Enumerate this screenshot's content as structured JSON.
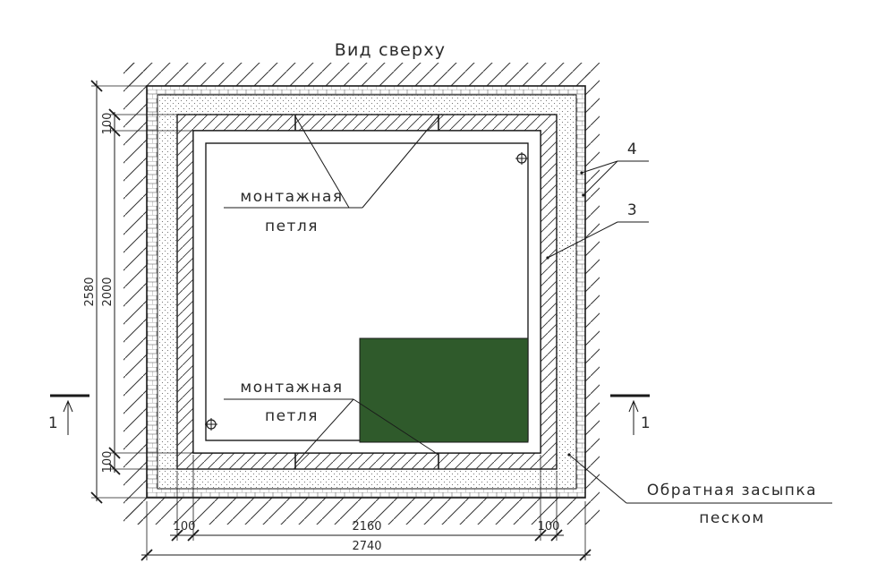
{
  "title": "Вид сверху",
  "labels": {
    "montage_top_1": "монтажная",
    "montage_top_2": "петля",
    "montage_bot_1": "монтажная",
    "montage_bot_2": "петля",
    "backfill_1": "Обратная засыпка",
    "backfill_2": "песком",
    "callout_4": "4",
    "callout_3": "3",
    "section_left": "1",
    "section_right": "1"
  },
  "dimensions": {
    "overall_height": "2580",
    "inner_height": "2000",
    "wall_top": "100",
    "wall_bottom": "100",
    "wall_left": "100",
    "inner_width": "2160",
    "wall_right": "100",
    "overall_width": "2740"
  },
  "colors": {
    "line": "#1a1a1a",
    "green_block": "#2f5a2b",
    "hatch": "#333333",
    "sand_dots": "#555555"
  }
}
